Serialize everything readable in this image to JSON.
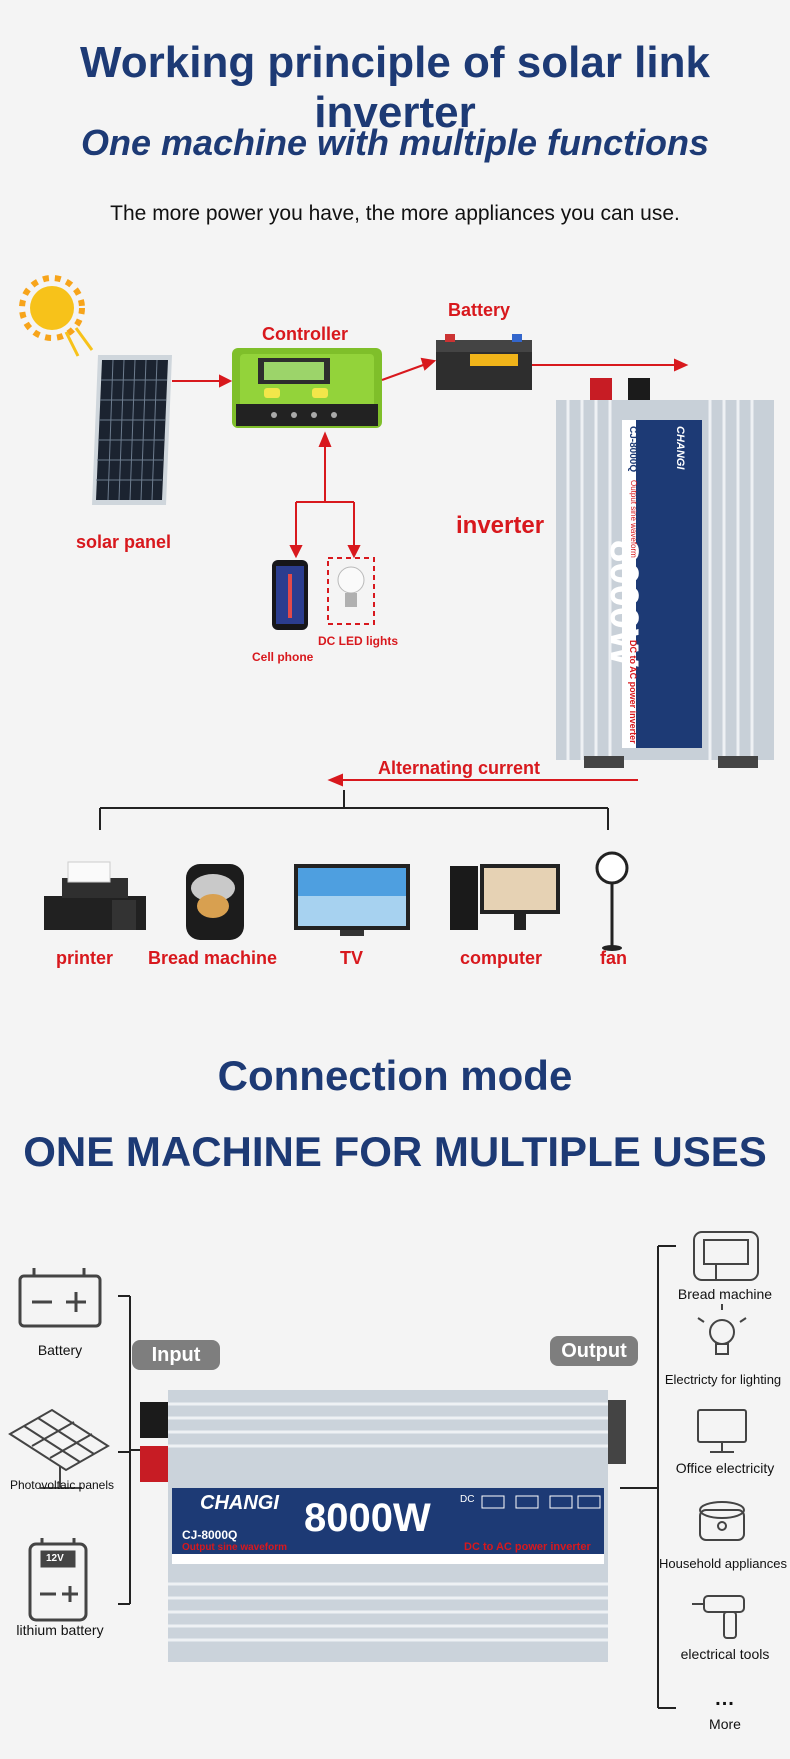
{
  "header": {
    "title": "Working principle of solar link inverter",
    "subtitle": "One machine with multiple functions",
    "tagline": "The more power you have, the more appliances you can use."
  },
  "diagram1": {
    "solar_panel": "solar panel",
    "controller": "Controller",
    "battery": "Battery",
    "inverter": "inverter",
    "cell_phone": "Cell phone",
    "dc_led_lights": "DC LED lights",
    "alternating_current": "Alternating current",
    "appliances": [
      "printer",
      "Bread machine",
      "TV",
      "computer",
      "fan"
    ]
  },
  "inverter_labels": {
    "model": "CJ-8000Q",
    "waveform": "Output sine waveform",
    "power": "8000W",
    "desc": "DC to AC power inverter",
    "brand": "CHANGI",
    "port": "DC"
  },
  "section2": {
    "title": "Connection mode",
    "subtitle": "ONE MACHINE FOR MULTIPLE USES",
    "input_label": "Input",
    "output_label": "Output",
    "inputs": [
      "Battery",
      "Photovoltaic panels",
      "lithium battery"
    ],
    "battery_voltage": "12V",
    "outputs": [
      "Bread machine",
      "Electricty for lighting",
      "Office electricity",
      "Household appliances",
      "electrical tools",
      "More"
    ],
    "more_dots": "..."
  },
  "colors": {
    "heading_blue": "#1d3a75",
    "label_red": "#d8181d",
    "pill_gray": "#7e7e7e"
  }
}
